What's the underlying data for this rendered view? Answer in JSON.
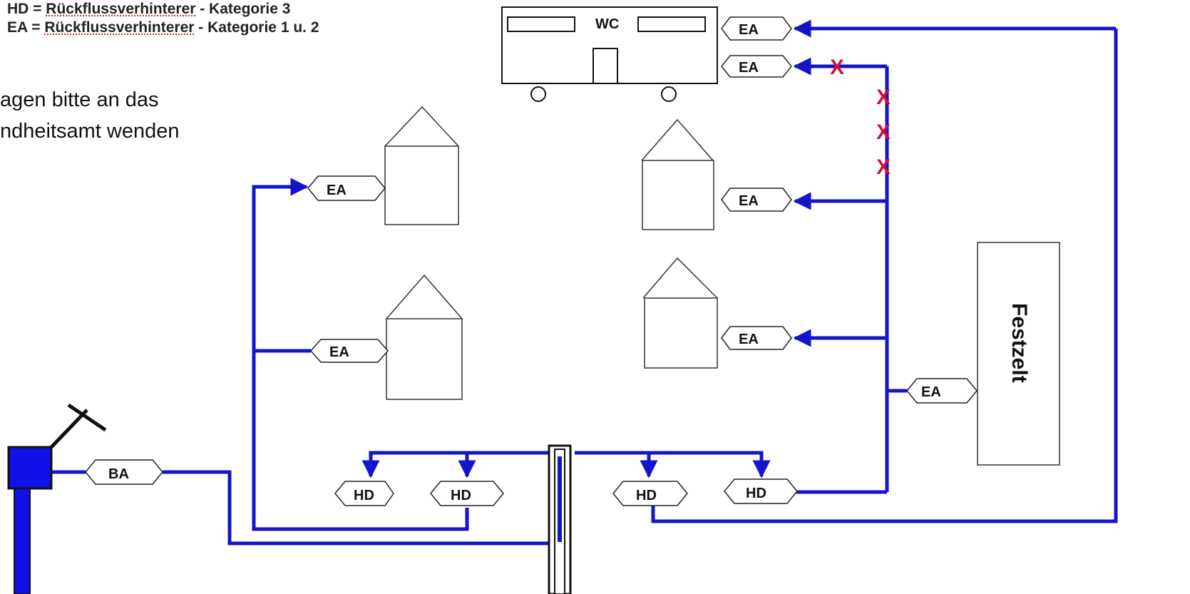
{
  "legend": {
    "hd": {
      "abbr": "HD",
      "eq": "=",
      "term": "Rückflussverhinterer",
      "suffix": "- Kategorie 3"
    },
    "ea": {
      "abbr": "EA",
      "eq": "=",
      "term": "Rückflussverhinterer",
      "suffix": "- Kategorie 1 u. 2"
    }
  },
  "note": {
    "line1": "agen bitte an das",
    "line2": "ndheitsamt wenden"
  },
  "labels": {
    "wc": "WC",
    "festzelt": "Festzelt",
    "ea": "EA",
    "hd": "HD",
    "ba": "BA",
    "marker": "X"
  },
  "colors": {
    "pipe": "#1414c8",
    "tap_blue": "#1010e8",
    "marker": "#d0103a",
    "outline": "#222222"
  }
}
